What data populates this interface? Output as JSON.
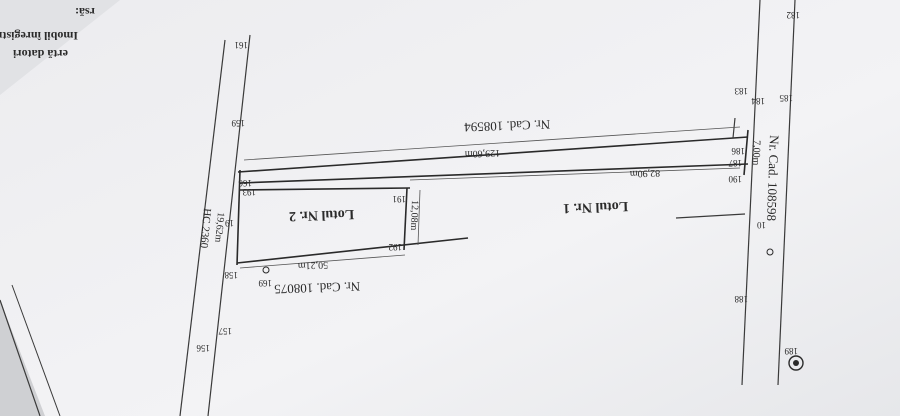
{
  "header": {
    "line1": "Imobil înregistrat î",
    "line2": "ertă datori",
    "line3": "rsă:"
  },
  "parcels": {
    "cad_top": "Nr. Cad. 108594",
    "cad_bottom": "Nr. Cad. 108075",
    "cad_right": "Nr. Cad. 108598",
    "lot1": "Lotul Nr. 1",
    "lot2": "Lotul Nr. 2",
    "road": "HC 2360"
  },
  "dimensions": {
    "d1": "129,60m",
    "d2": "82,90m",
    "d3": "7,00m",
    "d4": "12,08m",
    "d5": "50,21m",
    "d6": "19,62m"
  },
  "points": {
    "p182": "182",
    "p183": "183",
    "p184": "184",
    "p185": "185",
    "p186": "186",
    "p187": "187",
    "p188": "188",
    "p189": "189",
    "p190": "190",
    "p191": "191",
    "p192": "192",
    "p193": "193",
    "p156": "156",
    "p157": "157",
    "p158": "158",
    "p159": "159",
    "p161": "161",
    "p166": "166",
    "p169": "169",
    "p10": "10",
    "p19": "19"
  },
  "colors": {
    "paper": "#f1f1f3",
    "paper_dark": "#d4d5d8",
    "ink": "#2a2a2a",
    "line": "#3a3a3a"
  }
}
